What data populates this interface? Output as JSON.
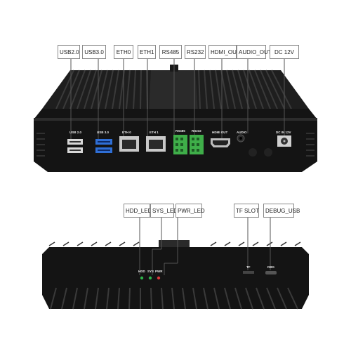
{
  "top_view": {
    "callouts": [
      "USB2.0",
      "USB3.0",
      "ETH0",
      "ETH1",
      "RS485",
      "RS232",
      "HDMI_OUT",
      "AUDIO_OUT",
      "DC 12V"
    ],
    "port_labels": [
      "USB 2.0",
      "USB 3.0",
      "ETH 0",
      "ETH 1",
      "RS485",
      "RS232",
      "HDMI OUT",
      "AUDIO",
      "DC IN 12V"
    ],
    "port_colors": {
      "chassis": "#151515",
      "usb3": "#2f6fd6",
      "terminal": "#3fae49",
      "led_green": "#2db34a",
      "led_red": "#d93a3a"
    }
  },
  "bottom_view": {
    "callouts": [
      "HDD_LED",
      "SYS_LED",
      "PWR_LED",
      "TF SLOT",
      "DEBUG_USB"
    ],
    "panel_labels": [
      "HDD",
      "SYS",
      "PWR",
      "TF",
      "DBG"
    ]
  }
}
